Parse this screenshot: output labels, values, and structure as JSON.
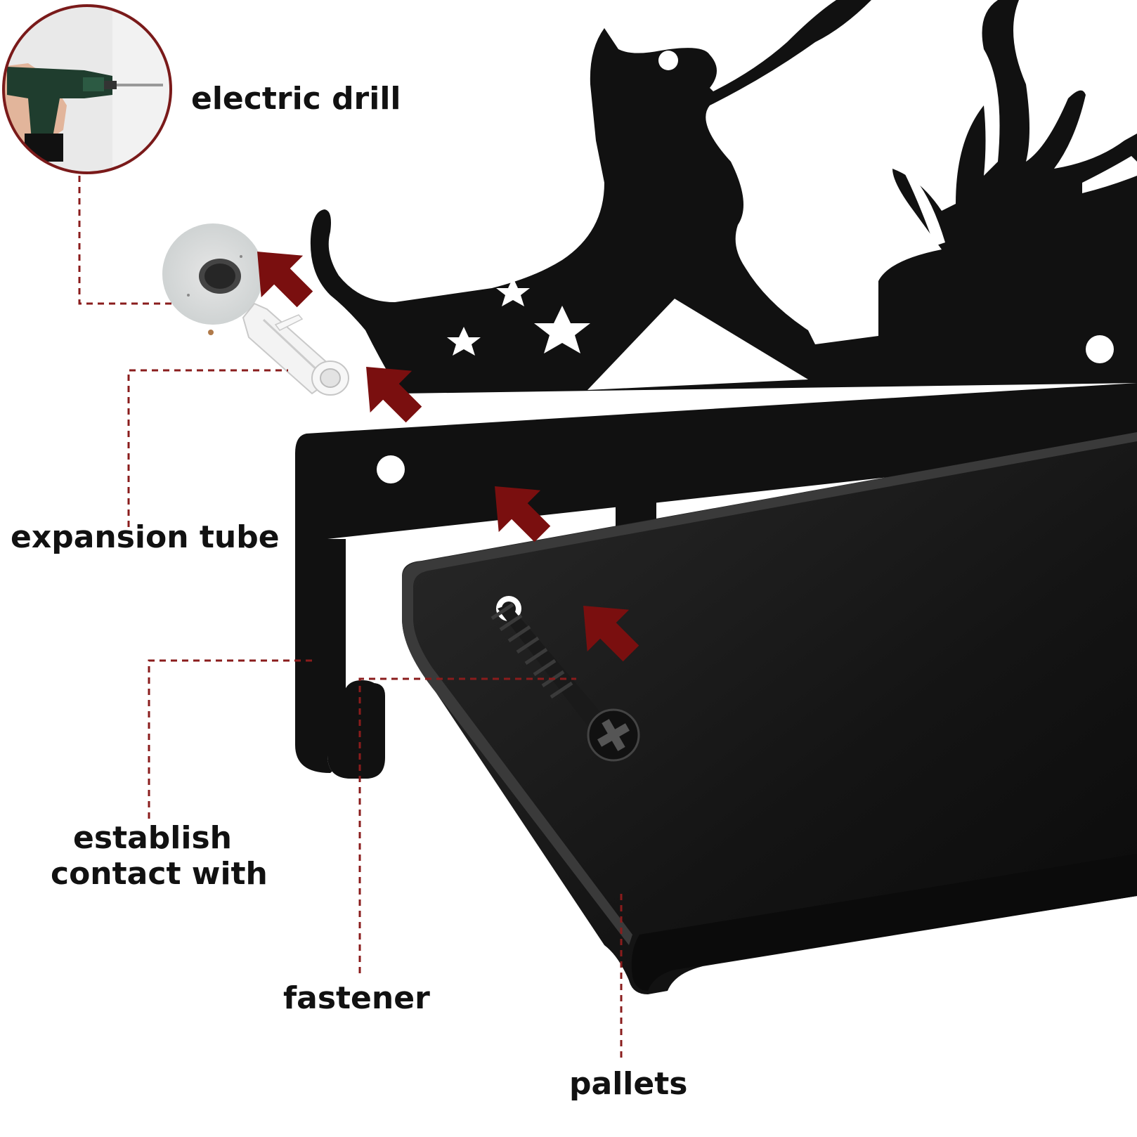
{
  "labels": {
    "electric_drill": "electric drill",
    "expansion_tube": "expansion tube",
    "establish_line1": "establish",
    "establish_line2": "contact with",
    "fastener": "fastener",
    "pallets": "pallets"
  },
  "colors": {
    "background": "#ffffff",
    "metal": "#111111",
    "arrow": "#7a0f0f",
    "leader_line": "#8a1c1c",
    "drill_circle_border": "#7a1a1a"
  },
  "icons": {
    "drill_photo": "electric-drill-photo",
    "wall_hole": "wall-hole-photo",
    "anchor": "plastic-anchor",
    "screw": "phillips-screw",
    "arrows": "direction-arrow"
  }
}
